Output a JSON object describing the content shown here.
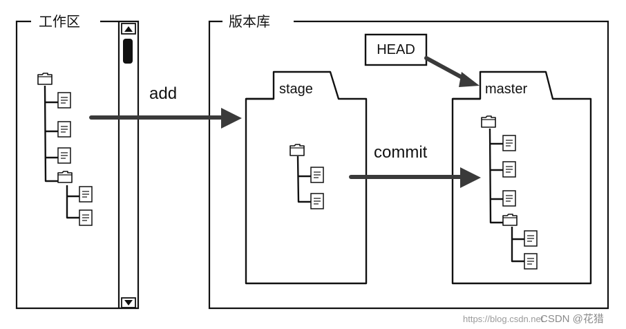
{
  "workspace": {
    "title": "工作区"
  },
  "repository": {
    "title": "版本库"
  },
  "stage": {
    "label": "stage"
  },
  "master": {
    "label": "master"
  },
  "head": {
    "label": "HEAD"
  },
  "arrows": {
    "add": "add",
    "commit": "commit"
  },
  "watermark": {
    "url": "https://blog.csdn.net",
    "brand": "CSDN @花猎"
  },
  "colors": {
    "line": "#111111",
    "arrow": "#3a3a3a",
    "background": "#ffffff"
  }
}
